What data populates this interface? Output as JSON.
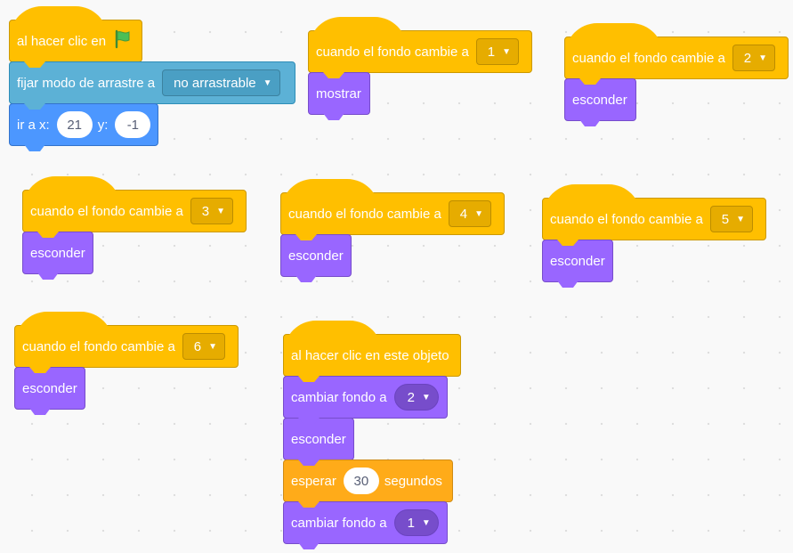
{
  "scripts": {
    "green_flag": {
      "hat_label": "al hacer clic en",
      "drag_label": "fijar modo de arrastre a",
      "drag_value": "no arrastrable",
      "goto_label": "ir a x:",
      "x_value": "21",
      "y_label": "y:",
      "y_value": "-1"
    },
    "bg1": {
      "hat_label": "cuando el fondo cambie a",
      "value": "1",
      "action": "mostrar"
    },
    "bg2": {
      "hat_label": "cuando el fondo cambie a",
      "value": "2",
      "action": "esconder"
    },
    "bg3": {
      "hat_label": "cuando el fondo cambie a",
      "value": "3",
      "action": "esconder"
    },
    "bg4": {
      "hat_label": "cuando el fondo cambie a",
      "value": "4",
      "action": "esconder"
    },
    "bg5": {
      "hat_label": "cuando el fondo cambie a",
      "value": "5",
      "action": "esconder"
    },
    "bg6": {
      "hat_label": "cuando el fondo cambie a",
      "value": "6",
      "action": "esconder"
    },
    "sprite_click": {
      "hat_label": "al hacer clic en este objeto",
      "switch1_label": "cambiar fondo a",
      "switch1_value": "2",
      "hide_label": "esconder",
      "wait_label": "esperar",
      "wait_value": "30",
      "wait_unit": "segundos",
      "switch2_label": "cambiar fondo a",
      "switch2_value": "1"
    }
  },
  "icons": {
    "flag": "green-flag-icon",
    "dropdown": "dropdown-arrow-icon"
  },
  "colors": {
    "events": "#ffbf00",
    "motion_sensing": "#5cb1d6",
    "motion": "#4c97ff",
    "looks": "#9966ff",
    "control": "#ffab19"
  }
}
